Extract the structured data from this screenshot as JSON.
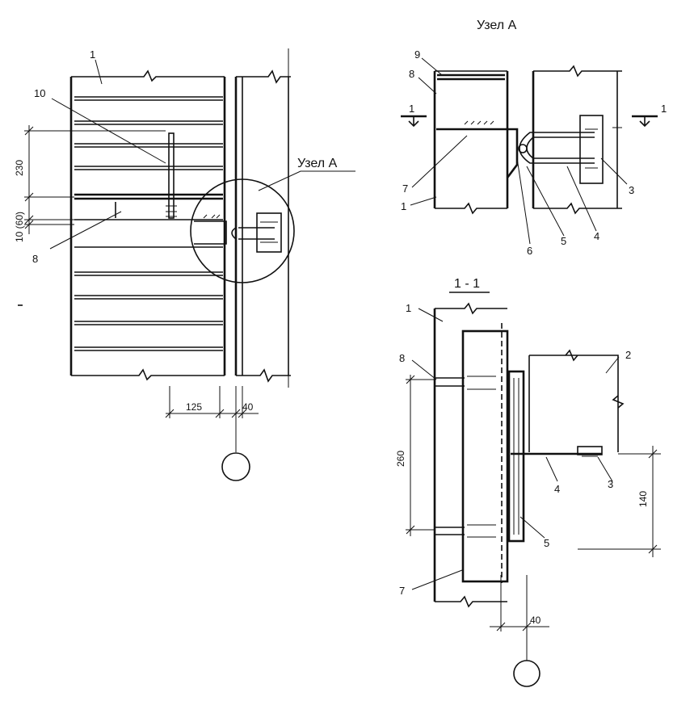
{
  "titles": {
    "detail": "Узел А",
    "detail_callout": "Узел А",
    "section": "1 - 1",
    "cut_left": "1",
    "cut_right": "1"
  },
  "plan": {
    "labels": {
      "l1": "1",
      "l10": "10",
      "l8": "8"
    },
    "dims": {
      "d230": "230",
      "d10_60": "10 (60)",
      "d125": "125",
      "d40": "40"
    }
  },
  "detail": {
    "labels": {
      "l9": "9",
      "l8": "8",
      "l7": "7",
      "l1": "1",
      "l6": "6",
      "l5": "5",
      "l4": "4",
      "l3": "3"
    }
  },
  "section": {
    "labels": {
      "l1": "1",
      "l8": "8",
      "l2": "2",
      "l4": "4",
      "l3": "3",
      "l5": "5",
      "l7": "7"
    },
    "dims": {
      "d260": "260",
      "d140": "140",
      "d40": "40"
    }
  }
}
